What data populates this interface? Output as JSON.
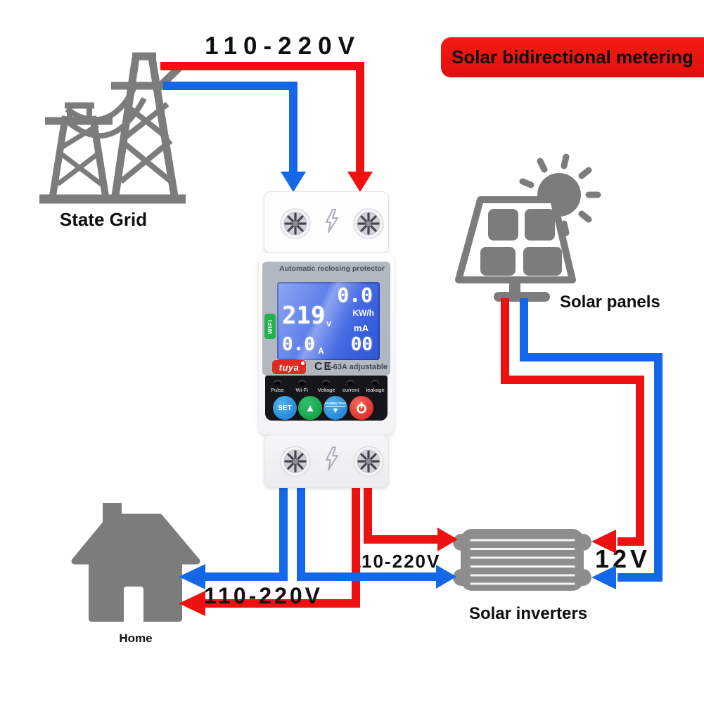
{
  "banner": {
    "label": "Solar bidirectional metering"
  },
  "nodes": {
    "state_grid": {
      "label": "State Grid"
    },
    "solar_panels": {
      "label": "Solar panels"
    },
    "solar_inverters": {
      "label": "Solar inverters"
    },
    "home": {
      "label": "Home"
    }
  },
  "wires": {
    "grid_to_meter_voltage": "110-220V",
    "meter_to_home_voltage": "110-220V",
    "meter_to_inverter_voltage": "110-220V",
    "panels_to_inverter_voltage": "12V"
  },
  "device": {
    "title": "Automatic reclosing protector",
    "wifi_badge": "WIFI",
    "lcd": {
      "energy": "0.0",
      "energy_unit": "KW/h",
      "voltage": "219",
      "voltage_unit": "v",
      "current": "0.0",
      "current_unit": "A",
      "leakage": "00",
      "leakage_unit": "mA"
    },
    "brand": "tuya",
    "ce": "CE",
    "rating": "1-63A adjustable",
    "indicators": [
      "Pulse",
      "Wi-Fi",
      "Voltage",
      "current",
      "leakage"
    ],
    "buttons": {
      "set": "SET",
      "up": "▲",
      "connecting": "CONNECTING",
      "down": "▼"
    }
  },
  "colors": {
    "wire_red": "#ee1111",
    "wire_blue": "#1467e6",
    "icon_gray": "#7c7c7c",
    "inverter_gray": "#8d8d8d",
    "banner_red": "#f21b12",
    "wifi_green": "#23b14d",
    "tuya_red": "#e02a20"
  }
}
